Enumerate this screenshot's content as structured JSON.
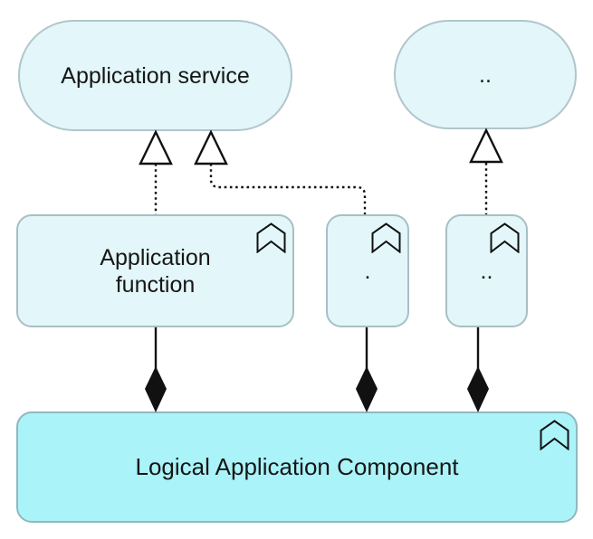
{
  "colors": {
    "node_fill": "#e3f6f9",
    "node_border": "#a8bfc4",
    "component_fill": "#aaf3f9",
    "component_border": "#8fb8bf",
    "connector": "#111111",
    "text": "#161616",
    "background": "#ffffff"
  },
  "nodes": {
    "application_service": {
      "label": "Application service",
      "shape": "stadium"
    },
    "service_placeholder": {
      "label": "..",
      "shape": "stadium"
    },
    "application_function": {
      "label": "Application\nfunction",
      "shape": "rounded-rectangle",
      "icon": "function-chevron-icon"
    },
    "function_placeholder_1": {
      "label": ".",
      "shape": "rounded-rectangle",
      "icon": "function-chevron-icon"
    },
    "function_placeholder_2": {
      "label": "..",
      "shape": "rounded-rectangle",
      "icon": "function-chevron-icon"
    },
    "logical_application_component": {
      "label": "Logical Application Component",
      "shape": "rounded-rectangle",
      "icon": "function-chevron-icon"
    }
  },
  "relationships": [
    {
      "type": "realization",
      "style": "dotted-line-hollow-triangle",
      "from": "application_function",
      "to": "application_service"
    },
    {
      "type": "realization",
      "style": "dotted-line-hollow-triangle",
      "from": "function_placeholder_1",
      "to": "application_service"
    },
    {
      "type": "realization",
      "style": "dotted-line-hollow-triangle",
      "from": "function_placeholder_2",
      "to": "service_placeholder"
    },
    {
      "type": "composition",
      "style": "solid-line-filled-diamond",
      "from": "logical_application_component",
      "to": "application_function"
    },
    {
      "type": "composition",
      "style": "solid-line-filled-diamond",
      "from": "logical_application_component",
      "to": "function_placeholder_1"
    },
    {
      "type": "composition",
      "style": "solid-line-filled-diamond",
      "from": "logical_application_component",
      "to": "function_placeholder_2"
    }
  ]
}
